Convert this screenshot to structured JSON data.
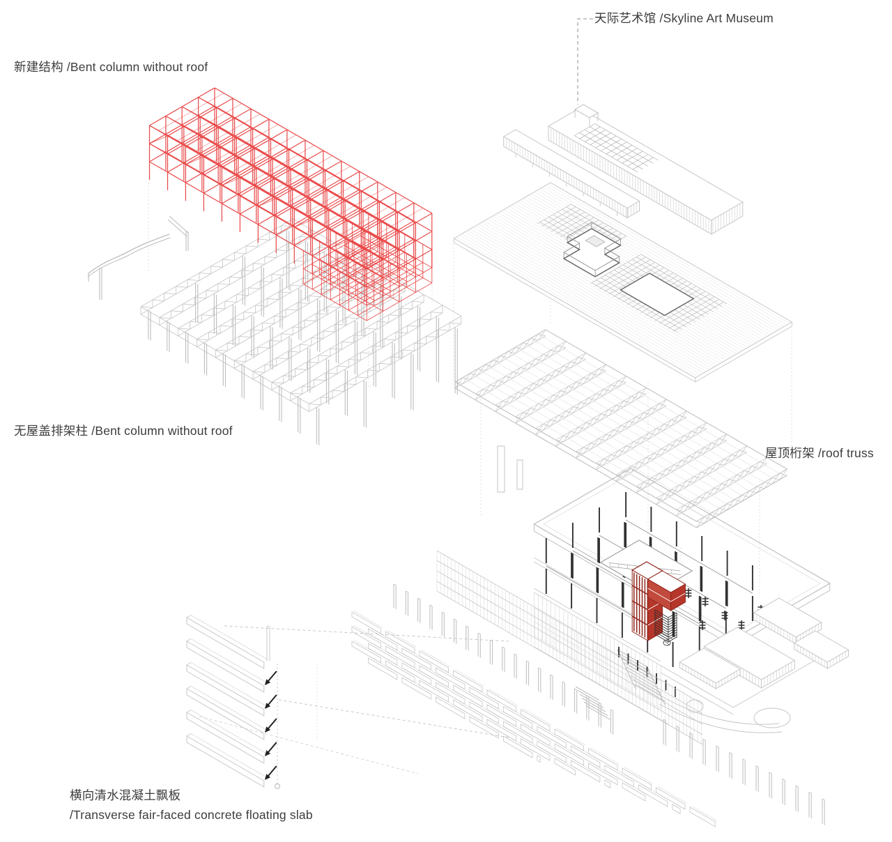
{
  "title": "Skyline Art Museum exploded axonometric diagram",
  "labels": {
    "museum": "天际艺术馆 /Skyline Art Museum",
    "new_structure": "新建结构 /Bent column without roof",
    "bent_column": "无屋盖排架柱 /Bent column without roof",
    "roof_truss": "屋顶桁架 /roof truss",
    "floating_slab_zh": "横向清水混凝土飘板",
    "floating_slab_en": "/Transverse fair-faced concrete floating slab"
  },
  "layers": [
    {
      "id": "skyline-museum-roof",
      "label": "天际艺术馆 /Skyline Art Museum"
    },
    {
      "id": "new-structure-red-frame",
      "label": "新建结构 /Bent column without roof"
    },
    {
      "id": "bent-column-shed",
      "label": "无屋盖排架柱 /Bent column without roof"
    },
    {
      "id": "roof-truss-layer",
      "label": "屋顶桁架 /roof truss"
    },
    {
      "id": "floating-slab-detail",
      "label": "横向清水混凝土飘板 /Transverse fair-faced concrete floating slab"
    }
  ],
  "colors": {
    "background": "#ffffff",
    "red_frame": "#e8403f",
    "red_tower": "#b5362a",
    "red_tower_light": "#c14a3c",
    "red_dark": "#8f2318",
    "gray_light": "#d6d6d6",
    "gray": "#c6c6c6",
    "gray_mid": "#b9b9b9",
    "gray_dark": "#9c9c9c",
    "black": "#1f1f1f",
    "text": "#3c3c3c",
    "leader": "#9a9a9a"
  }
}
